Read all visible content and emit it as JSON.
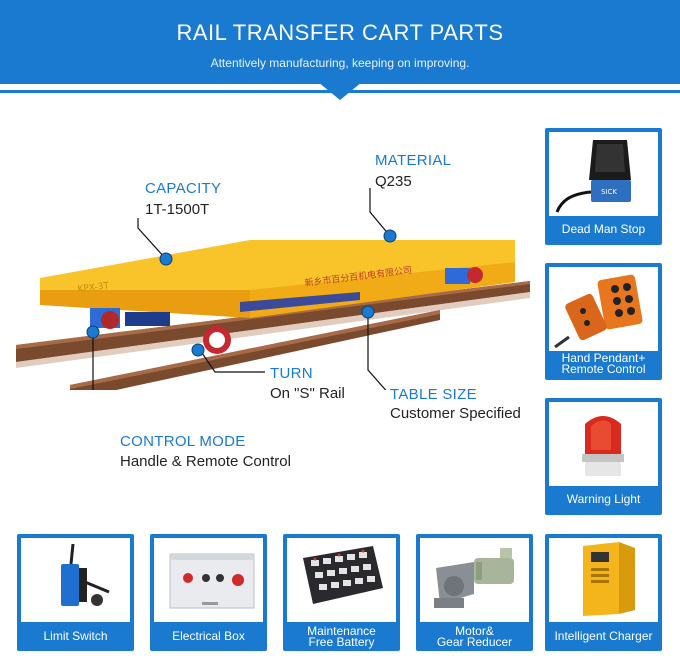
{
  "header": {
    "title": "RAIL TRANSFER CART PARTS",
    "subtitle": "Attentively manufacturing, keeping on improving."
  },
  "cart": {
    "side_text": "新乡市百分百机电有限公司",
    "end_text": "KPX-3T"
  },
  "callouts": {
    "capacity": {
      "title": "CAPACITY",
      "value": "1T-1500T"
    },
    "material": {
      "title": "MATERIAL",
      "value": "Q235"
    },
    "turn": {
      "title": "TURN",
      "value": "On \"S\" Rail"
    },
    "table_size": {
      "title": "TABLE SIZE",
      "value": "Customer Specified"
    },
    "control_mode": {
      "title": "CONTROL MODE",
      "value": "Handle & Remote Control"
    }
  },
  "parts": {
    "dead_man_stop": {
      "label": "Dead Man Stop",
      "brand": "SICK"
    },
    "hand_pendant": {
      "line1": "Hand Pendant+",
      "line2": "Remote Control"
    },
    "warning_light": {
      "label": "Warning  Light"
    },
    "limit_switch": {
      "label": "Limit Switch"
    },
    "electrical_box": {
      "label": "Electrical Box"
    },
    "battery": {
      "line1": "Maintenance",
      "line2": "Free Battery"
    },
    "gear_reducer": {
      "line1": "Motor&",
      "line2": "Gear Reducer"
    },
    "charger": {
      "label": "Intelligent Charger"
    }
  },
  "colors": {
    "accent": "#1a7ad0",
    "cart_yellow": "#f5b81c",
    "rail": "#8a5a3c"
  }
}
